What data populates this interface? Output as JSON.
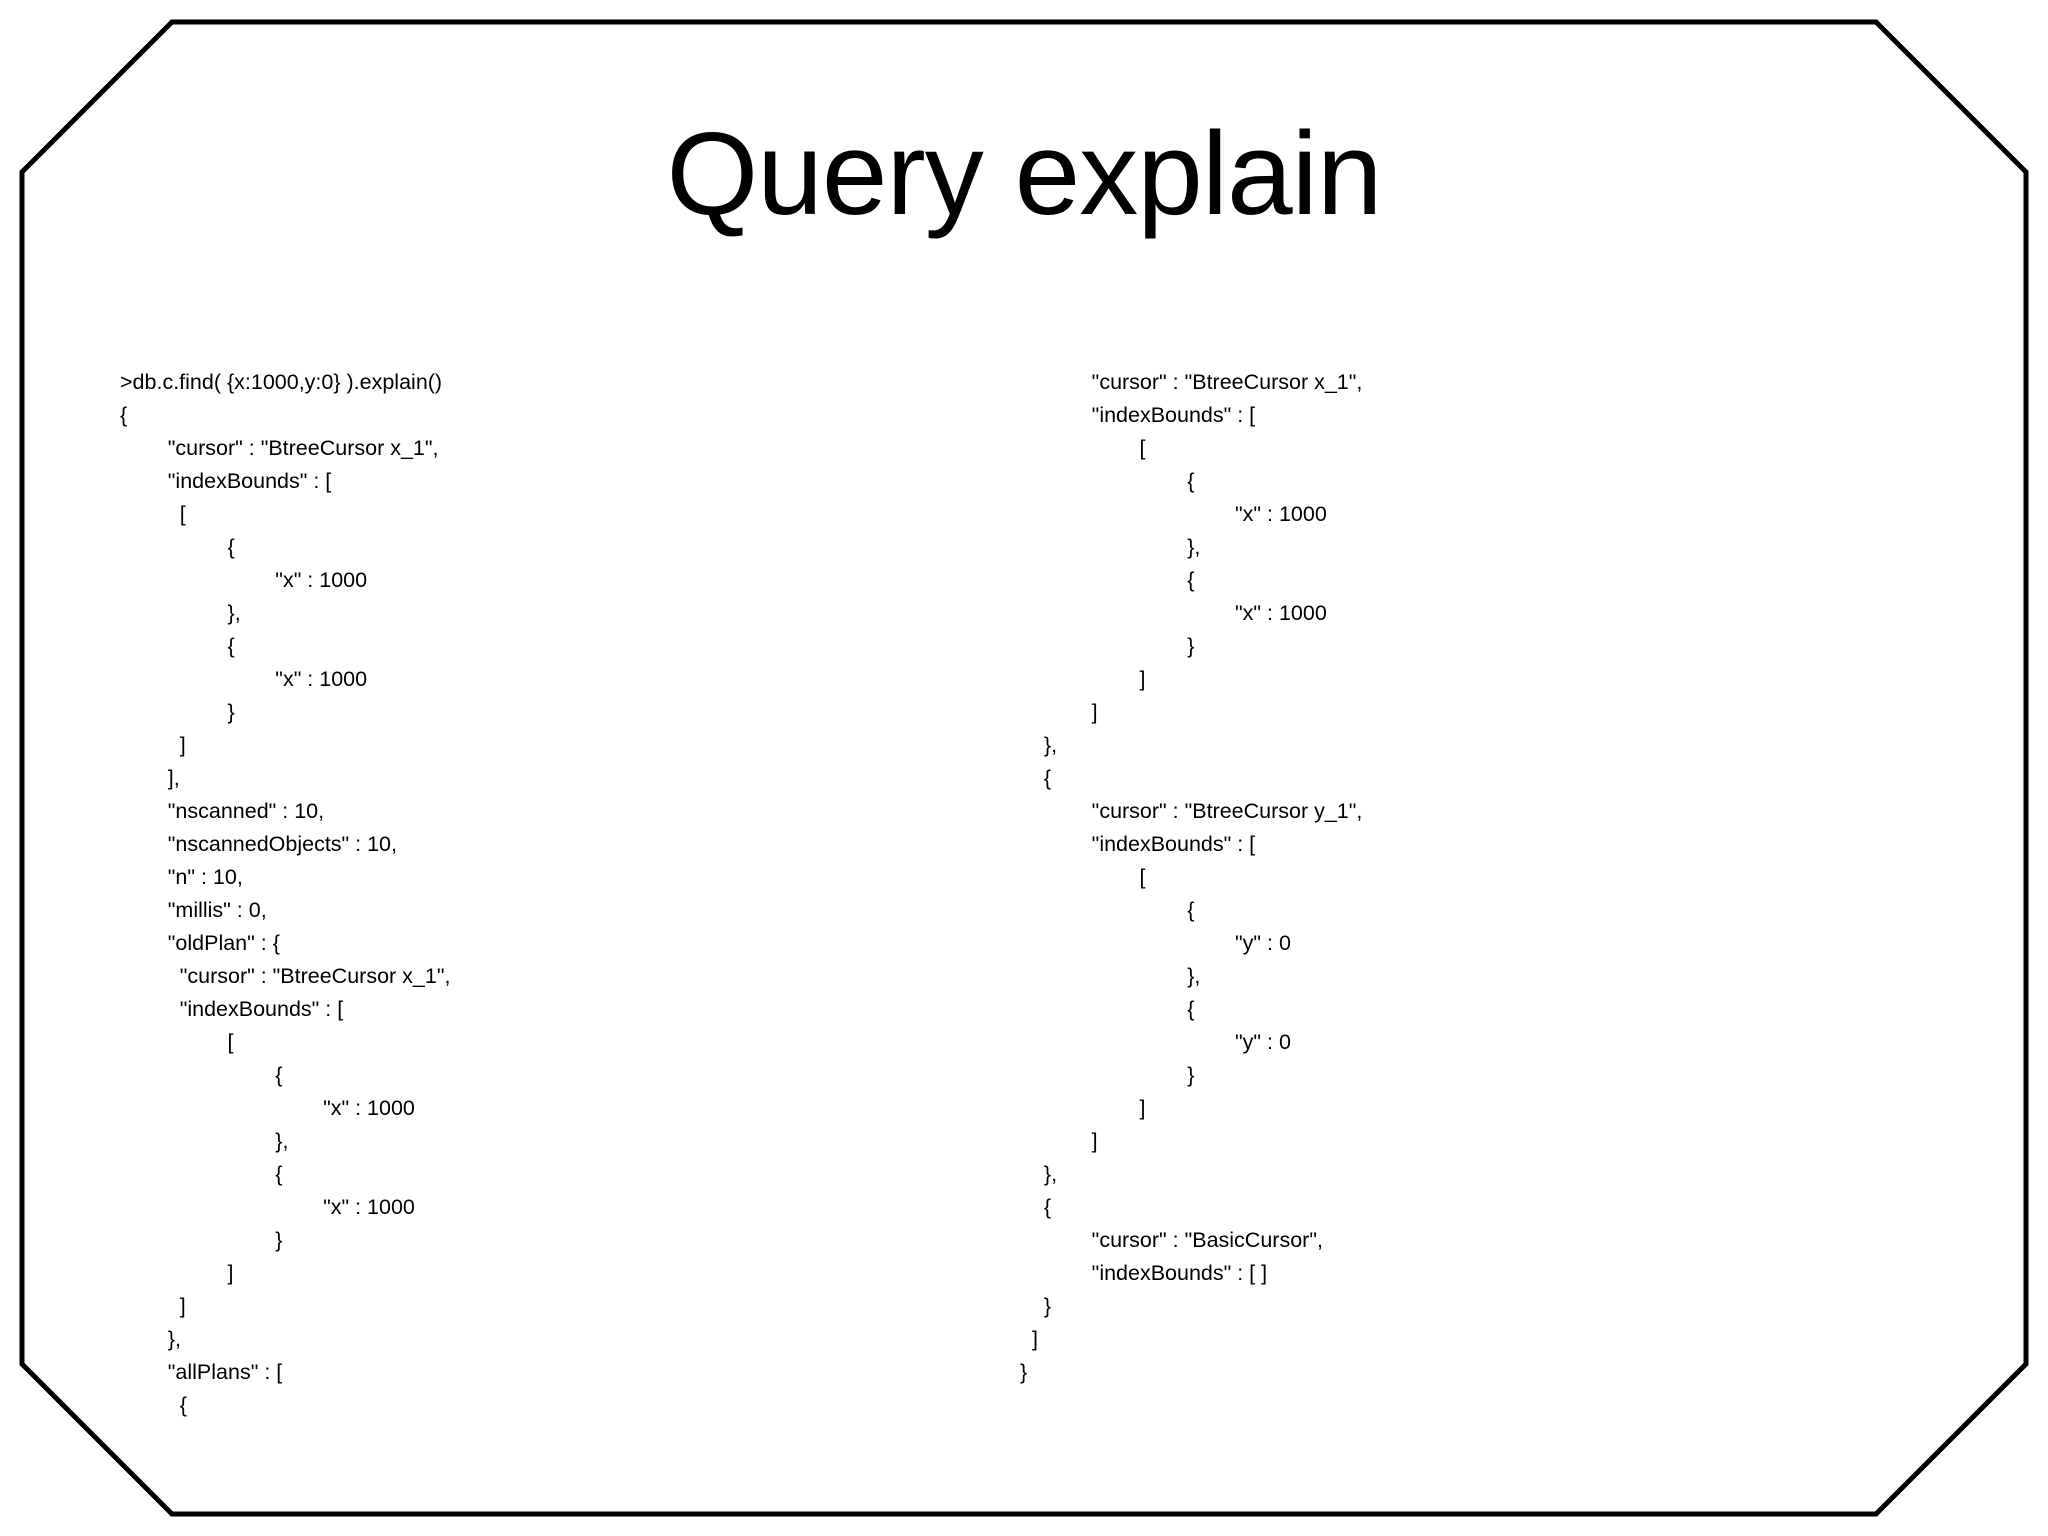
{
  "slide": {
    "title": "Query explain",
    "background_color": "#ffffff",
    "text_color": "#000000",
    "border_color": "#000000",
    "shape": "octagon-frame"
  },
  "code_left": {
    "name": "explain-output-left",
    "lines": [
      ">db.c.find( {x:1000,y:0} ).explain()",
      "{",
      "        \"cursor\" : \"BtreeCursor x_1\",",
      "        \"indexBounds\" : [",
      "          [",
      "                  {",
      "                          \"x\" : 1000",
      "                  },",
      "                  {",
      "                          \"x\" : 1000",
      "                  }",
      "          ]",
      "        ],",
      "        \"nscanned\" : 10,",
      "        \"nscannedObjects\" : 10,",
      "        \"n\" : 10,",
      "        \"millis\" : 0,",
      "        \"oldPlan\" : {",
      "          \"cursor\" : \"BtreeCursor x_1\",",
      "          \"indexBounds\" : [",
      "                  [",
      "                          {",
      "                                  \"x\" : 1000",
      "                          },",
      "                          {",
      "                                  \"x\" : 1000",
      "                          }",
      "                  ]",
      "          ]",
      "        },",
      "        \"allPlans\" : [",
      "          {"
    ]
  },
  "code_right": {
    "name": "explain-output-right",
    "lines": [
      "            \"cursor\" : \"BtreeCursor x_1\",",
      "            \"indexBounds\" : [",
      "                    [",
      "                            {",
      "                                    \"x\" : 1000",
      "                            },",
      "                            {",
      "                                    \"x\" : 1000",
      "                            }",
      "                    ]",
      "            ]",
      "    },",
      "    {",
      "            \"cursor\" : \"BtreeCursor y_1\",",
      "            \"indexBounds\" : [",
      "                    [",
      "                            {",
      "                                    \"y\" : 0",
      "                            },",
      "                            {",
      "                                    \"y\" : 0",
      "                            }",
      "                    ]",
      "            ]",
      "    },",
      "    {",
      "            \"cursor\" : \"BasicCursor\",",
      "            \"indexBounds\" : [ ]",
      "    }",
      "  ]",
      "}"
    ]
  }
}
